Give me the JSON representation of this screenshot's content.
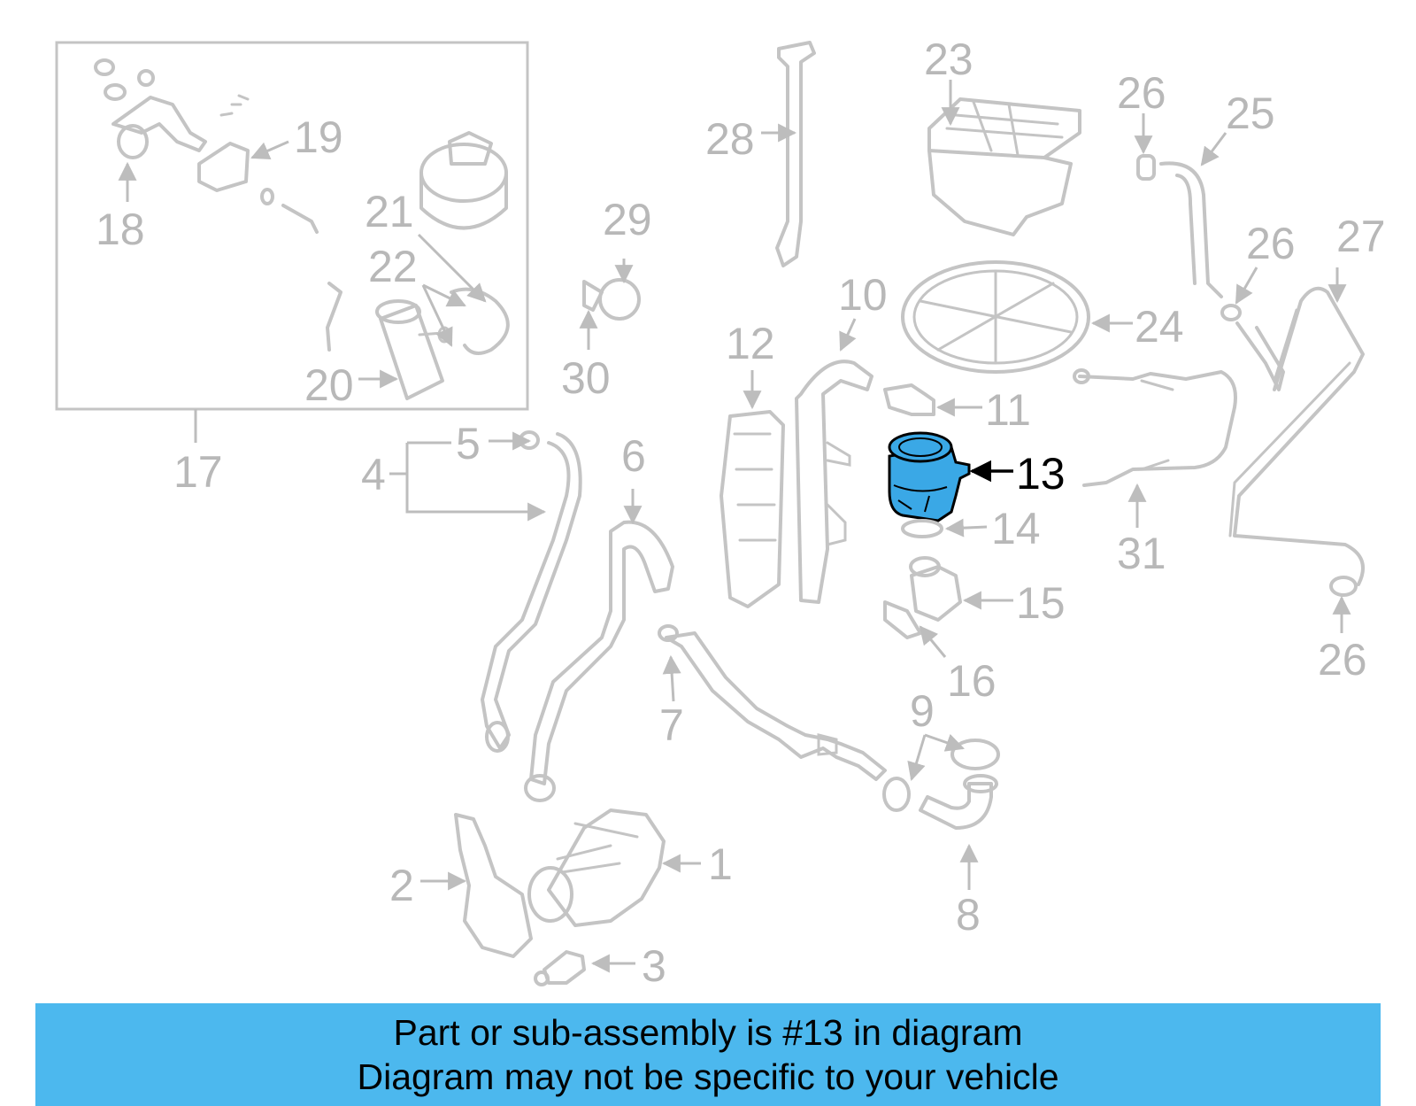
{
  "callouts": {
    "c1": "1",
    "c2": "2",
    "c3": "3",
    "c4": "4",
    "c5": "5",
    "c6": "6",
    "c7": "7",
    "c8": "8",
    "c9": "9",
    "c10": "10",
    "c11": "11",
    "c12": "12",
    "c13": "13",
    "c14": "14",
    "c15": "15",
    "c16": "16",
    "c17": "17",
    "c18": "18",
    "c19": "19",
    "c20": "20",
    "c21": "21",
    "c22": "22",
    "c23": "23",
    "c24": "24",
    "c25": "25",
    "c26a": "26",
    "c26b": "26",
    "c26c": "26",
    "c27": "27",
    "c28": "28",
    "c29": "29",
    "c30": "30",
    "c31": "31"
  },
  "highlight": {
    "part": "13",
    "color": "#3aa8e6"
  },
  "banner": {
    "line1": "Part or sub-assembly is #13 in diagram",
    "line2": "Diagram may not be specific to your vehicle",
    "color": "#4cb8ee"
  }
}
